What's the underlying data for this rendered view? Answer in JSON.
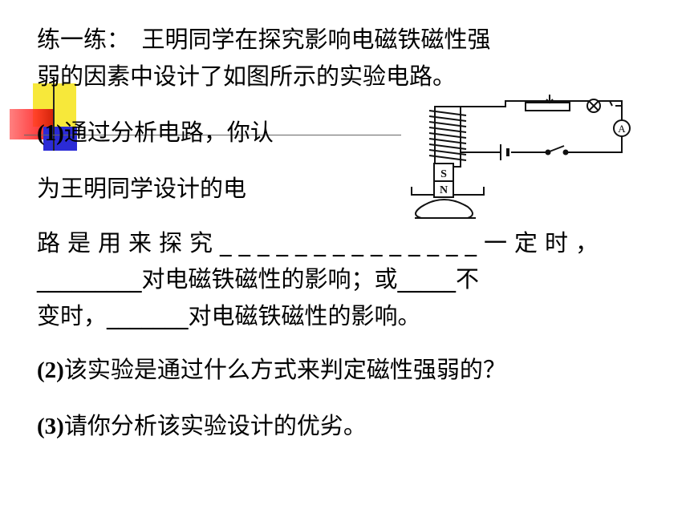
{
  "lines": {
    "l1": "练一练：　王明同学在探究影响电磁铁磁性强",
    "l2": "弱的因素中设计了如图所示的实验电路。",
    "q1_num": "(1)",
    "q1_text": "通过分析电路，你认",
    "l4": "为王明同学设计的电",
    "l5": "路是用来探究______________一定时，",
    "l6": "_________对电磁铁磁性的影响；或_____不",
    "l7": "变时，_______对电磁铁磁性的影响。",
    "q2_num": "(2)",
    "q2_text": "该实验是通过什么方式来判定磁性强弱的？",
    "q3_num": "(3)",
    "q3_text": "请你分析该实验设计的优劣。"
  },
  "diagram": {
    "ammeter": "A",
    "magnet_s": "S",
    "magnet_n": "N"
  }
}
